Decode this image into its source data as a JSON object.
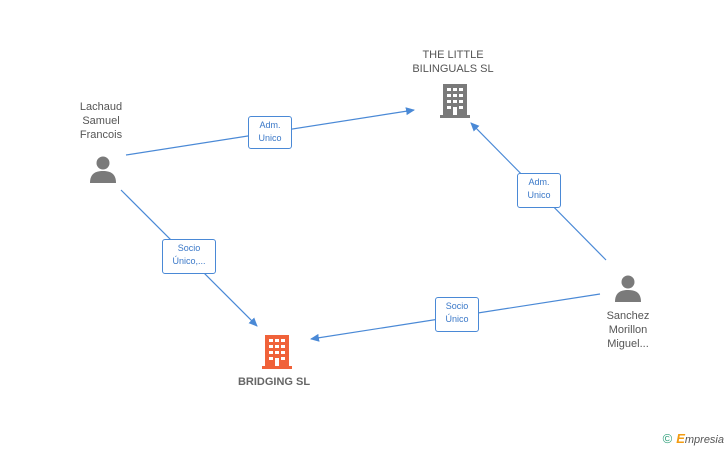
{
  "nodes": {
    "lachaud": {
      "label": "Lachaud\nSamuel\nFrancois",
      "type": "person"
    },
    "little_bilinguals": {
      "label": "THE LITTLE\nBILINGUALS  SL",
      "type": "company"
    },
    "sanchez": {
      "label": "Sanchez\nMorillon\nMiguel...",
      "type": "person"
    },
    "bridging": {
      "label": "BRIDGING SL",
      "type": "company-highlight"
    }
  },
  "edges": [
    {
      "from": "lachaud",
      "to": "little_bilinguals",
      "label": "Adm.\nUnico"
    },
    {
      "from": "sanchez",
      "to": "little_bilinguals",
      "label": "Adm.\nUnico"
    },
    {
      "from": "lachaud",
      "to": "bridging",
      "label": "Socio\nÚnico,..."
    },
    {
      "from": "sanchez",
      "to": "bridging",
      "label": "Socio\nÚnico"
    }
  ],
  "colors": {
    "edge": "#4a89d6",
    "person_icon": "#7a7a7a",
    "company_icon": "#7a7a7a",
    "highlight_icon": "#f0623a"
  },
  "footer": {
    "copyright": "©",
    "brand_first": "E",
    "brand_rest": "mpresia"
  }
}
